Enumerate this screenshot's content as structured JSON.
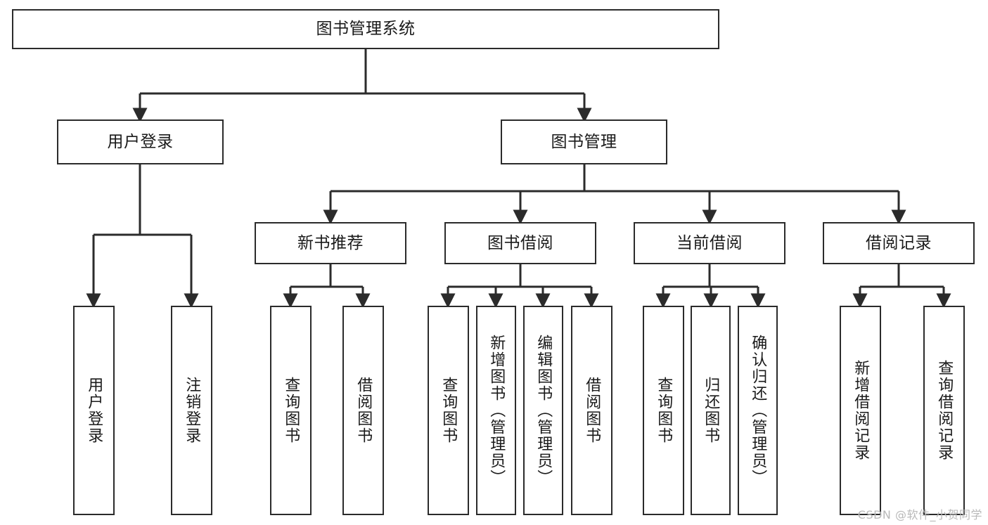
{
  "diagram": {
    "title": "图书管理系统",
    "type": "tree-hierarchy",
    "watermark": "CSDN @软件_小贺同学",
    "colors": {
      "stroke": "#2b2b2b",
      "fill": "#ffffff",
      "text": "#1a1a1a",
      "watermark": "#b9b9b9"
    },
    "levels": {
      "root": {
        "label": "图书管理系统"
      },
      "level2": [
        {
          "id": "user-login",
          "label": "用户登录"
        },
        {
          "id": "book-manage",
          "label": "图书管理"
        }
      ],
      "level3": [
        {
          "id": "new-book-rec",
          "label": "新书推荐",
          "parent": "book-manage"
        },
        {
          "id": "book-borrow",
          "label": "图书借阅",
          "parent": "book-manage"
        },
        {
          "id": "current-borrow",
          "label": "当前借阅",
          "parent": "book-manage"
        },
        {
          "id": "borrow-record",
          "label": "借阅记录",
          "parent": "book-manage"
        }
      ],
      "leaves": [
        {
          "id": "leaf-user-login",
          "label": "用户登录",
          "parent": "user-login"
        },
        {
          "id": "leaf-logout",
          "label": "注销登录",
          "parent": "user-login"
        },
        {
          "id": "leaf-query-book-1",
          "label": "查询图书",
          "parent": "new-book-rec"
        },
        {
          "id": "leaf-borrow-book-1",
          "label": "借阅图书",
          "parent": "new-book-rec"
        },
        {
          "id": "leaf-query-book-2",
          "label": "查询图书",
          "parent": "book-borrow"
        },
        {
          "id": "leaf-add-book",
          "label": "新增图书（管理员）",
          "parent": "book-borrow"
        },
        {
          "id": "leaf-edit-book",
          "label": "编辑图书（管理员）",
          "parent": "book-borrow"
        },
        {
          "id": "leaf-borrow-book-2",
          "label": "借阅图书",
          "parent": "book-borrow"
        },
        {
          "id": "leaf-query-book-3",
          "label": "查询图书",
          "parent": "current-borrow"
        },
        {
          "id": "leaf-return-book",
          "label": "归还图书",
          "parent": "current-borrow"
        },
        {
          "id": "leaf-confirm-return",
          "label": "确认归还（管理员）",
          "parent": "current-borrow"
        },
        {
          "id": "leaf-add-record",
          "label": "新增借阅记录",
          "parent": "borrow-record"
        },
        {
          "id": "leaf-query-record",
          "label": "查询借阅记录",
          "parent": "borrow-record"
        }
      ]
    }
  }
}
